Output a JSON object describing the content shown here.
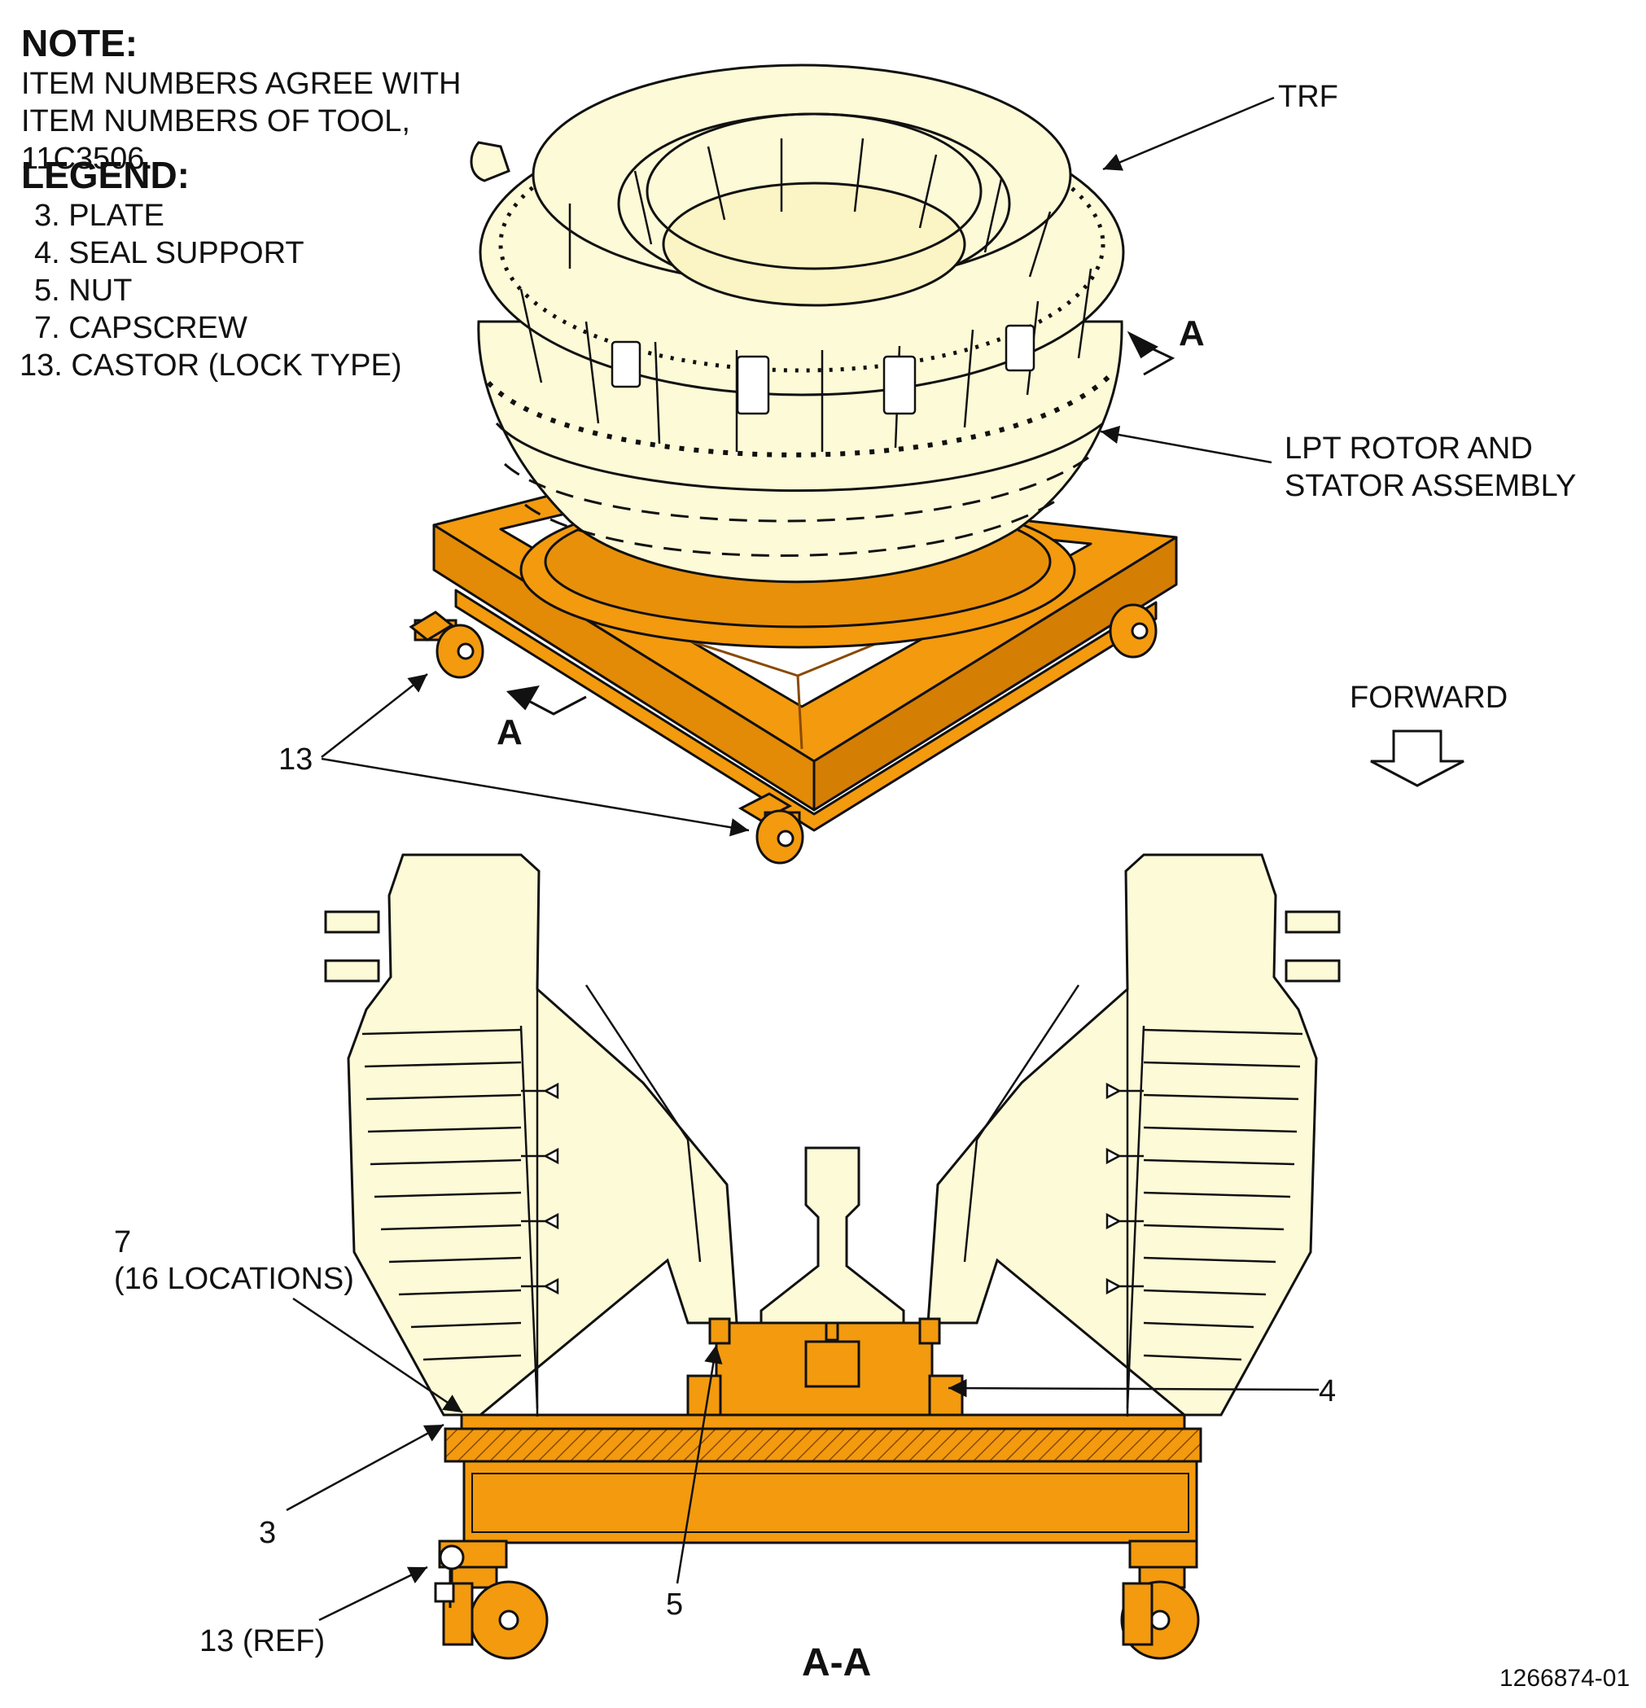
{
  "note": {
    "heading": "NOTE:",
    "text": "ITEM NUMBERS AGREE WITH ITEM NUMBERS OF TOOL, 11C3506."
  },
  "legend": {
    "heading": "LEGEND:",
    "items": [
      {
        "label": "3. PLATE"
      },
      {
        "label": "4. SEAL SUPPORT"
      },
      {
        "label": "5. NUT"
      },
      {
        "label": "7. CAPSCREW"
      },
      {
        "label": "13. CASTOR (LOCK TYPE)"
      }
    ]
  },
  "callouts": {
    "trf": "TRF",
    "lpt_line1": "LPT ROTOR AND",
    "lpt_line2": "STATOR ASSEMBLY",
    "section_a_top": "A",
    "section_a_left": "A",
    "castor": "13",
    "forward": "FORWARD",
    "capscrew_num": "7",
    "capscrew_loc": "(16 LOCATIONS)",
    "seal_support": "4",
    "plate": "3",
    "nut": "5",
    "castor_ref": "13 (REF)"
  },
  "section_title": "A-A",
  "drawing_number": "1266874-01",
  "colors": {
    "fixture_orange": "#F39A0E",
    "engine_cream": "#FDFAD7",
    "outline": "#111111"
  }
}
